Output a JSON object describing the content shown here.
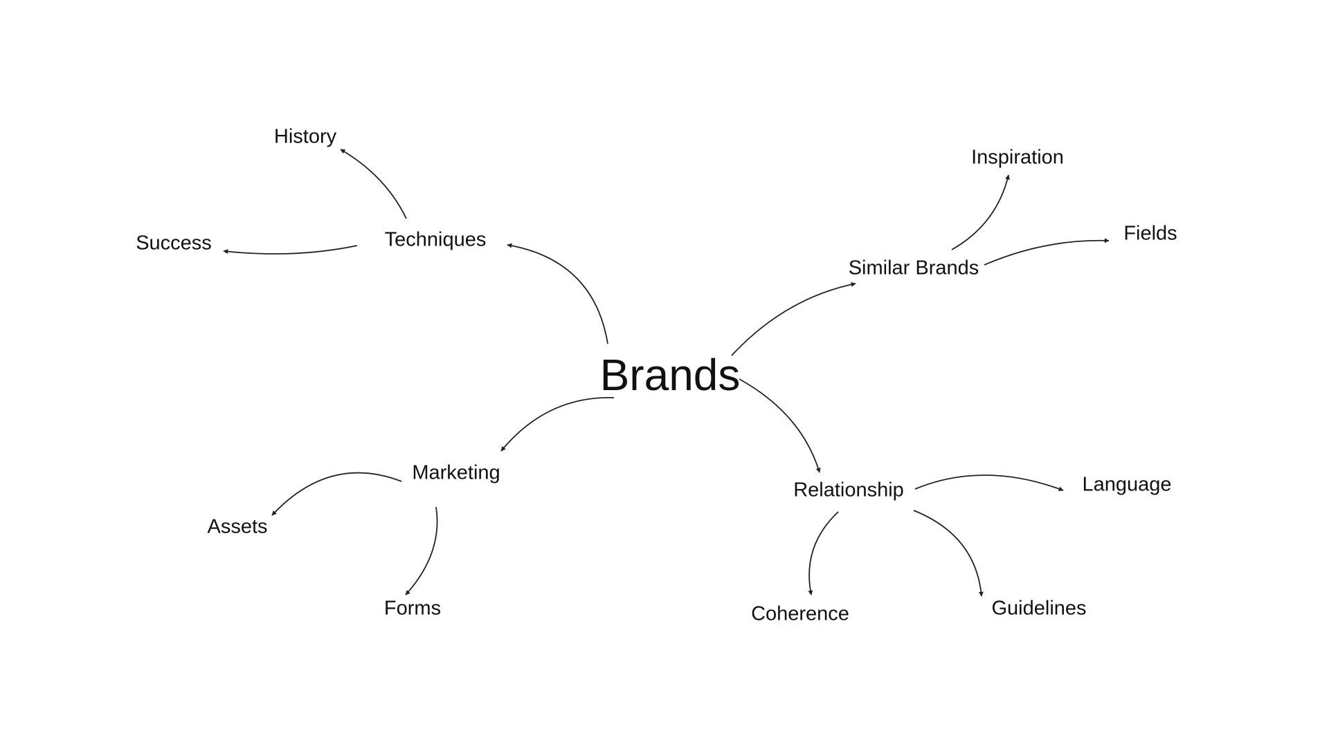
{
  "root": "Brands",
  "nodes": [
    {
      "id": "techniques",
      "label": "Techniques",
      "parent": "root"
    },
    {
      "id": "history",
      "label": "History",
      "parent": "techniques"
    },
    {
      "id": "success",
      "label": "Success",
      "parent": "techniques"
    },
    {
      "id": "marketing",
      "label": "Marketing",
      "parent": "root"
    },
    {
      "id": "assets",
      "label": "Assets",
      "parent": "marketing"
    },
    {
      "id": "forms",
      "label": "Forms",
      "parent": "marketing"
    },
    {
      "id": "similar_brands",
      "label": "Similar Brands",
      "parent": "root"
    },
    {
      "id": "inspiration",
      "label": "Inspiration",
      "parent": "similar_brands"
    },
    {
      "id": "fields",
      "label": "Fields",
      "parent": "similar_brands"
    },
    {
      "id": "relationship",
      "label": "Relationship",
      "parent": "root"
    },
    {
      "id": "language",
      "label": "Language",
      "parent": "relationship"
    },
    {
      "id": "coherence",
      "label": "Coherence",
      "parent": "relationship"
    },
    {
      "id": "guidelines",
      "label": "Guidelines",
      "parent": "relationship"
    }
  ],
  "colors": {
    "text": "#111111",
    "arrow": "#222222",
    "background": "#ffffff"
  }
}
